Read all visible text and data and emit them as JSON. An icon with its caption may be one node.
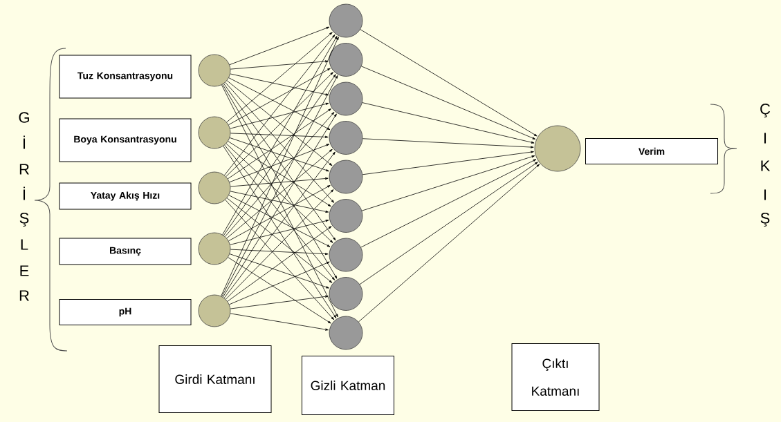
{
  "diagram": {
    "nodes": [
      {
        "text": [
          "Tuz Konsantrasyonu"
        ]
      },
      {
        "text": [
          "Boya Konsantrasyonu"
        ]
      },
      {
        "text": [
          "Yatay Akış Hızı"
        ]
      },
      {
        "text": [
          "Basınç"
        ]
      },
      {
        "text": [
          "pH"
        ]
      },
      {
        "text": [],
        "shape": "circle"
      },
      {
        "text": [],
        "shape": "circle"
      },
      {
        "text": [],
        "shape": "circle"
      },
      {
        "text": [],
        "shape": "circle"
      },
      {
        "text": [],
        "shape": "circle"
      },
      {
        "text": [],
        "shape": "circle"
      },
      {
        "text": [],
        "shape": "circle"
      },
      {
        "text": [],
        "shape": "circle"
      },
      {
        "text": [],
        "shape": "circle"
      },
      {
        "text": [],
        "shape": "circle"
      },
      {
        "text": [],
        "shape": "circle"
      },
      {
        "text": [],
        "shape": "circle"
      },
      {
        "text": [],
        "shape": "circle"
      },
      {
        "text": [],
        "shape": "circle"
      },
      {
        "text": [],
        "shape": "circle"
      },
      {
        "text": [
          "Verim"
        ]
      },
      {
        "text": [
          "Girdi Katmanı"
        ]
      },
      {
        "text": [
          "Gizli Katman"
        ]
      },
      {
        "text": [
          "Çıktı Katmanı"
        ]
      }
    ],
    "edges": [
      {
        "from": 5,
        "to": 10,
        "arrow": "to"
      },
      {
        "from": 5,
        "to": 11,
        "arrow": "to"
      },
      {
        "from": 5,
        "to": 12,
        "arrow": "to"
      },
      {
        "from": 5,
        "to": 13,
        "arrow": "to"
      },
      {
        "from": 5,
        "to": 14,
        "arrow": "to"
      },
      {
        "from": 5,
        "to": 15,
        "arrow": "to"
      },
      {
        "from": 5,
        "to": 16,
        "arrow": "to"
      },
      {
        "from": 5,
        "to": 17,
        "arrow": "to"
      },
      {
        "from": 5,
        "to": 18,
        "arrow": "to"
      },
      {
        "from": 6,
        "to": 10,
        "arrow": "to"
      },
      {
        "from": 6,
        "to": 11,
        "arrow": "to"
      },
      {
        "from": 6,
        "to": 12,
        "arrow": "to"
      },
      {
        "from": 6,
        "to": 13,
        "arrow": "to"
      },
      {
        "from": 6,
        "to": 14,
        "arrow": "to"
      },
      {
        "from": 6,
        "to": 15,
        "arrow": "to"
      },
      {
        "from": 6,
        "to": 16,
        "arrow": "to"
      },
      {
        "from": 6,
        "to": 17,
        "arrow": "to"
      },
      {
        "from": 6,
        "to": 18,
        "arrow": "to"
      },
      {
        "from": 7,
        "to": 10,
        "arrow": "to"
      },
      {
        "from": 7,
        "to": 11,
        "arrow": "to"
      },
      {
        "from": 7,
        "to": 12,
        "arrow": "to"
      },
      {
        "from": 7,
        "to": 13,
        "arrow": "to"
      },
      {
        "from": 7,
        "to": 14,
        "arrow": "to"
      },
      {
        "from": 7,
        "to": 15,
        "arrow": "to"
      },
      {
        "from": 7,
        "to": 16,
        "arrow": "to"
      },
      {
        "from": 7,
        "to": 17,
        "arrow": "to"
      },
      {
        "from": 7,
        "to": 18,
        "arrow": "to"
      },
      {
        "from": 8,
        "to": 10,
        "arrow": "to"
      },
      {
        "from": 8,
        "to": 11,
        "arrow": "to"
      },
      {
        "from": 8,
        "to": 12,
        "arrow": "to"
      },
      {
        "from": 8,
        "to": 13,
        "arrow": "to"
      },
      {
        "from": 8,
        "to": 14,
        "arrow": "to"
      },
      {
        "from": 8,
        "to": 15,
        "arrow": "to"
      },
      {
        "from": 8,
        "to": 16,
        "arrow": "to"
      },
      {
        "from": 8,
        "to": 17,
        "arrow": "to"
      },
      {
        "from": 8,
        "to": 18,
        "arrow": "to"
      },
      {
        "from": 9,
        "to": 10,
        "arrow": "to"
      },
      {
        "from": 9,
        "to": 11,
        "arrow": "to"
      },
      {
        "from": 9,
        "to": 12,
        "arrow": "to"
      },
      {
        "from": 9,
        "to": 13,
        "arrow": "to"
      },
      {
        "from": 9,
        "to": 14,
        "arrow": "to"
      },
      {
        "from": 9,
        "to": 15,
        "arrow": "to"
      },
      {
        "from": 9,
        "to": 16,
        "arrow": "to"
      },
      {
        "from": 9,
        "to": 17,
        "arrow": "to"
      },
      {
        "from": 9,
        "to": 18,
        "arrow": "to"
      },
      {
        "from": 10,
        "to": 19,
        "arrow": "to"
      },
      {
        "from": 11,
        "to": 19,
        "arrow": "to"
      },
      {
        "from": 12,
        "to": 19,
        "arrow": "to"
      },
      {
        "from": 13,
        "to": 19,
        "arrow": "to"
      },
      {
        "from": 14,
        "to": 19,
        "arrow": "to"
      },
      {
        "from": 15,
        "to": 19,
        "arrow": "to"
      },
      {
        "from": 16,
        "to": 19,
        "arrow": "to"
      },
      {
        "from": 17,
        "to": 19,
        "arrow": "to"
      },
      {
        "from": 18,
        "to": 19,
        "arrow": "to"
      }
    ],
    "labels": [
      "G",
      "İ",
      "R",
      "İ",
      "Ş",
      "L",
      "E",
      "R",
      "Ç",
      "I",
      "K",
      "I",
      "Ş"
    ]
  }
}
